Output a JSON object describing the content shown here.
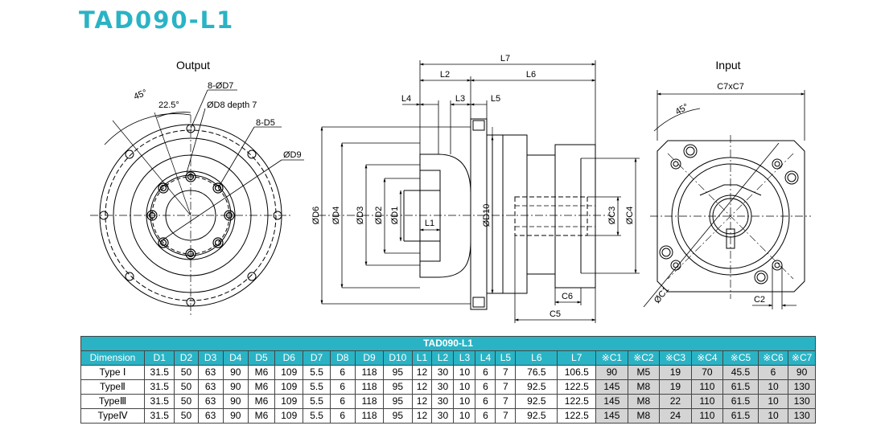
{
  "page": {
    "title": "TAD090-L1"
  },
  "colors": {
    "accent": "#2ab3c5",
    "shade": "#d4d4d4"
  },
  "views": {
    "output": {
      "title": "Output",
      "labels": {
        "angle1": "45°",
        "angle2": "22.5°",
        "holes": "8-ØD7",
        "depth": "ØD8 depth 7",
        "tapped": "8-D5",
        "d9": "ØD9"
      }
    },
    "side": {
      "labels": {
        "l7": "L7",
        "l2": "L2",
        "l6": "L6",
        "l4": "L4",
        "l3": "L3",
        "l5": "L5",
        "l1": "L1",
        "d6": "ØD6",
        "d4": "ØD4",
        "d3": "ØD3",
        "d2": "ØD2",
        "d1": "ØD1",
        "d10": "ØD10",
        "c3": "ØC3",
        "c4": "ØC4",
        "c6": "C6",
        "c5": "C5"
      }
    },
    "input": {
      "title": "Input",
      "labels": {
        "c7": "C7xC7",
        "angle": "45°",
        "c1": "ØC1",
        "c2": "C2"
      }
    }
  },
  "table": {
    "caption": "TAD090-L1",
    "headers": [
      "Dimension",
      "D1",
      "D2",
      "D3",
      "D4",
      "D5",
      "D6",
      "D7",
      "D8",
      "D9",
      "D10",
      "L1",
      "L2",
      "L3",
      "L4",
      "L5",
      "L6",
      "L7",
      "※C1",
      "※C2",
      "※C3",
      "※C4",
      "※C5",
      "※C6",
      "※C7"
    ],
    "rows": [
      [
        "Type Ⅰ",
        "31.5",
        "50",
        "63",
        "90",
        "M6",
        "109",
        "5.5",
        "6",
        "118",
        "95",
        "12",
        "30",
        "10",
        "6",
        "7",
        "76.5",
        "106.5",
        "90",
        "M5",
        "19",
        "70",
        "45.5",
        "6",
        "90"
      ],
      [
        "TypeⅡ",
        "31.5",
        "50",
        "63",
        "90",
        "M6",
        "109",
        "5.5",
        "6",
        "118",
        "95",
        "12",
        "30",
        "10",
        "6",
        "7",
        "92.5",
        "122.5",
        "145",
        "M8",
        "19",
        "110",
        "61.5",
        "10",
        "130"
      ],
      [
        "TypeⅢ",
        "31.5",
        "50",
        "63",
        "90",
        "M6",
        "109",
        "5.5",
        "6",
        "118",
        "95",
        "12",
        "30",
        "10",
        "6",
        "7",
        "92.5",
        "122.5",
        "145",
        "M8",
        "22",
        "110",
        "61.5",
        "10",
        "130"
      ],
      [
        "TypeⅣ",
        "31.5",
        "50",
        "63",
        "90",
        "M6",
        "109",
        "5.5",
        "6",
        "118",
        "95",
        "12",
        "30",
        "10",
        "6",
        "7",
        "92.5",
        "122.5",
        "145",
        "M8",
        "24",
        "110",
        "61.5",
        "10",
        "130"
      ]
    ]
  }
}
